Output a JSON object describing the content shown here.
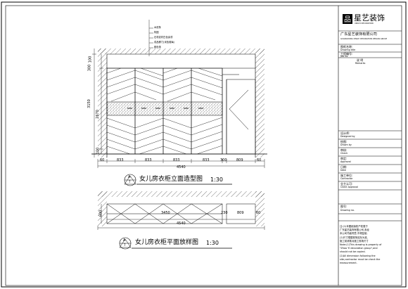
{
  "drawing": {
    "elevation_title": "女儿房衣柜立面造型图",
    "elevation_scale": "1:30",
    "plan_title": "女儿房衣柜平面放样图",
    "plan_scale": "1:30",
    "elevation_symbol_top": "A",
    "elevation_symbol_bottom": "7",
    "plan_symbol_top": "A",
    "plan_symbol_bottom": "7",
    "callouts": [
      "木底条",
      "构图",
      "石材纹材白色涂漆",
      "成品移门(米色玻璃)",
      "颜色饰"
    ],
    "elevation_dims": {
      "top_left": "100",
      "top_mid": "300",
      "height_total": "3150",
      "height_upper": "2670",
      "height_lower": "100",
      "widths": [
        "60",
        "833",
        "833",
        "833",
        "833",
        "300",
        "809",
        "60"
      ],
      "total_width": "4540"
    },
    "plan_dims": {
      "depth": "600",
      "door_span": "3450",
      "gap": "230",
      "right_panel": "809",
      "right_end": "60",
      "total_width": "4540"
    }
  },
  "titleblock": {
    "company_logo_cn": "星艺装饰",
    "company_logo_en": "XINGYI DECORATION",
    "company_name_cn": "广东星艺装饰有限公司",
    "company_name_en": "GUANGDONG XINGYI DECORATION DESIGN GROUP",
    "fields": [
      {
        "cn": "图纸名称:",
        "en": "Drawing title"
      },
      {
        "cn": "工程编号:",
        "en": "Job no."
      },
      {
        "cn": "说 明",
        "en": "Remarks"
      },
      {
        "cn": "设计师:",
        "en": "Designed by"
      },
      {
        "cn": "绘图:",
        "en": "Drawn by"
      },
      {
        "cn": "审核:",
        "en": "Check"
      },
      {
        "cn": "审定:",
        "en": "Approval"
      },
      {
        "cn": "日期:",
        "en": "Date"
      },
      {
        "cn": "施工单位:",
        "en": "Contractor"
      },
      {
        "cn": "业主认可:",
        "en": "Client approval"
      },
      {
        "cn": "图号:",
        "en": "Drawing no."
      }
    ],
    "notes": [
      "注:(1)本图纸版权产权属于",
      "广东星艺装饰有限公司,未经",
      "本公司书面同意,不得复制,",
      "(2)尺寸根据现场实际为准,",
      "施工前请核对施工现场尺寸",
      "Note:(1)This drawing is property of",
      "\"Zhao YI decoration group\",and",
      "should not be copied.",
      "(2)All dimension following the",
      "site,contractor must be check the",
      "measurement."
    ]
  }
}
